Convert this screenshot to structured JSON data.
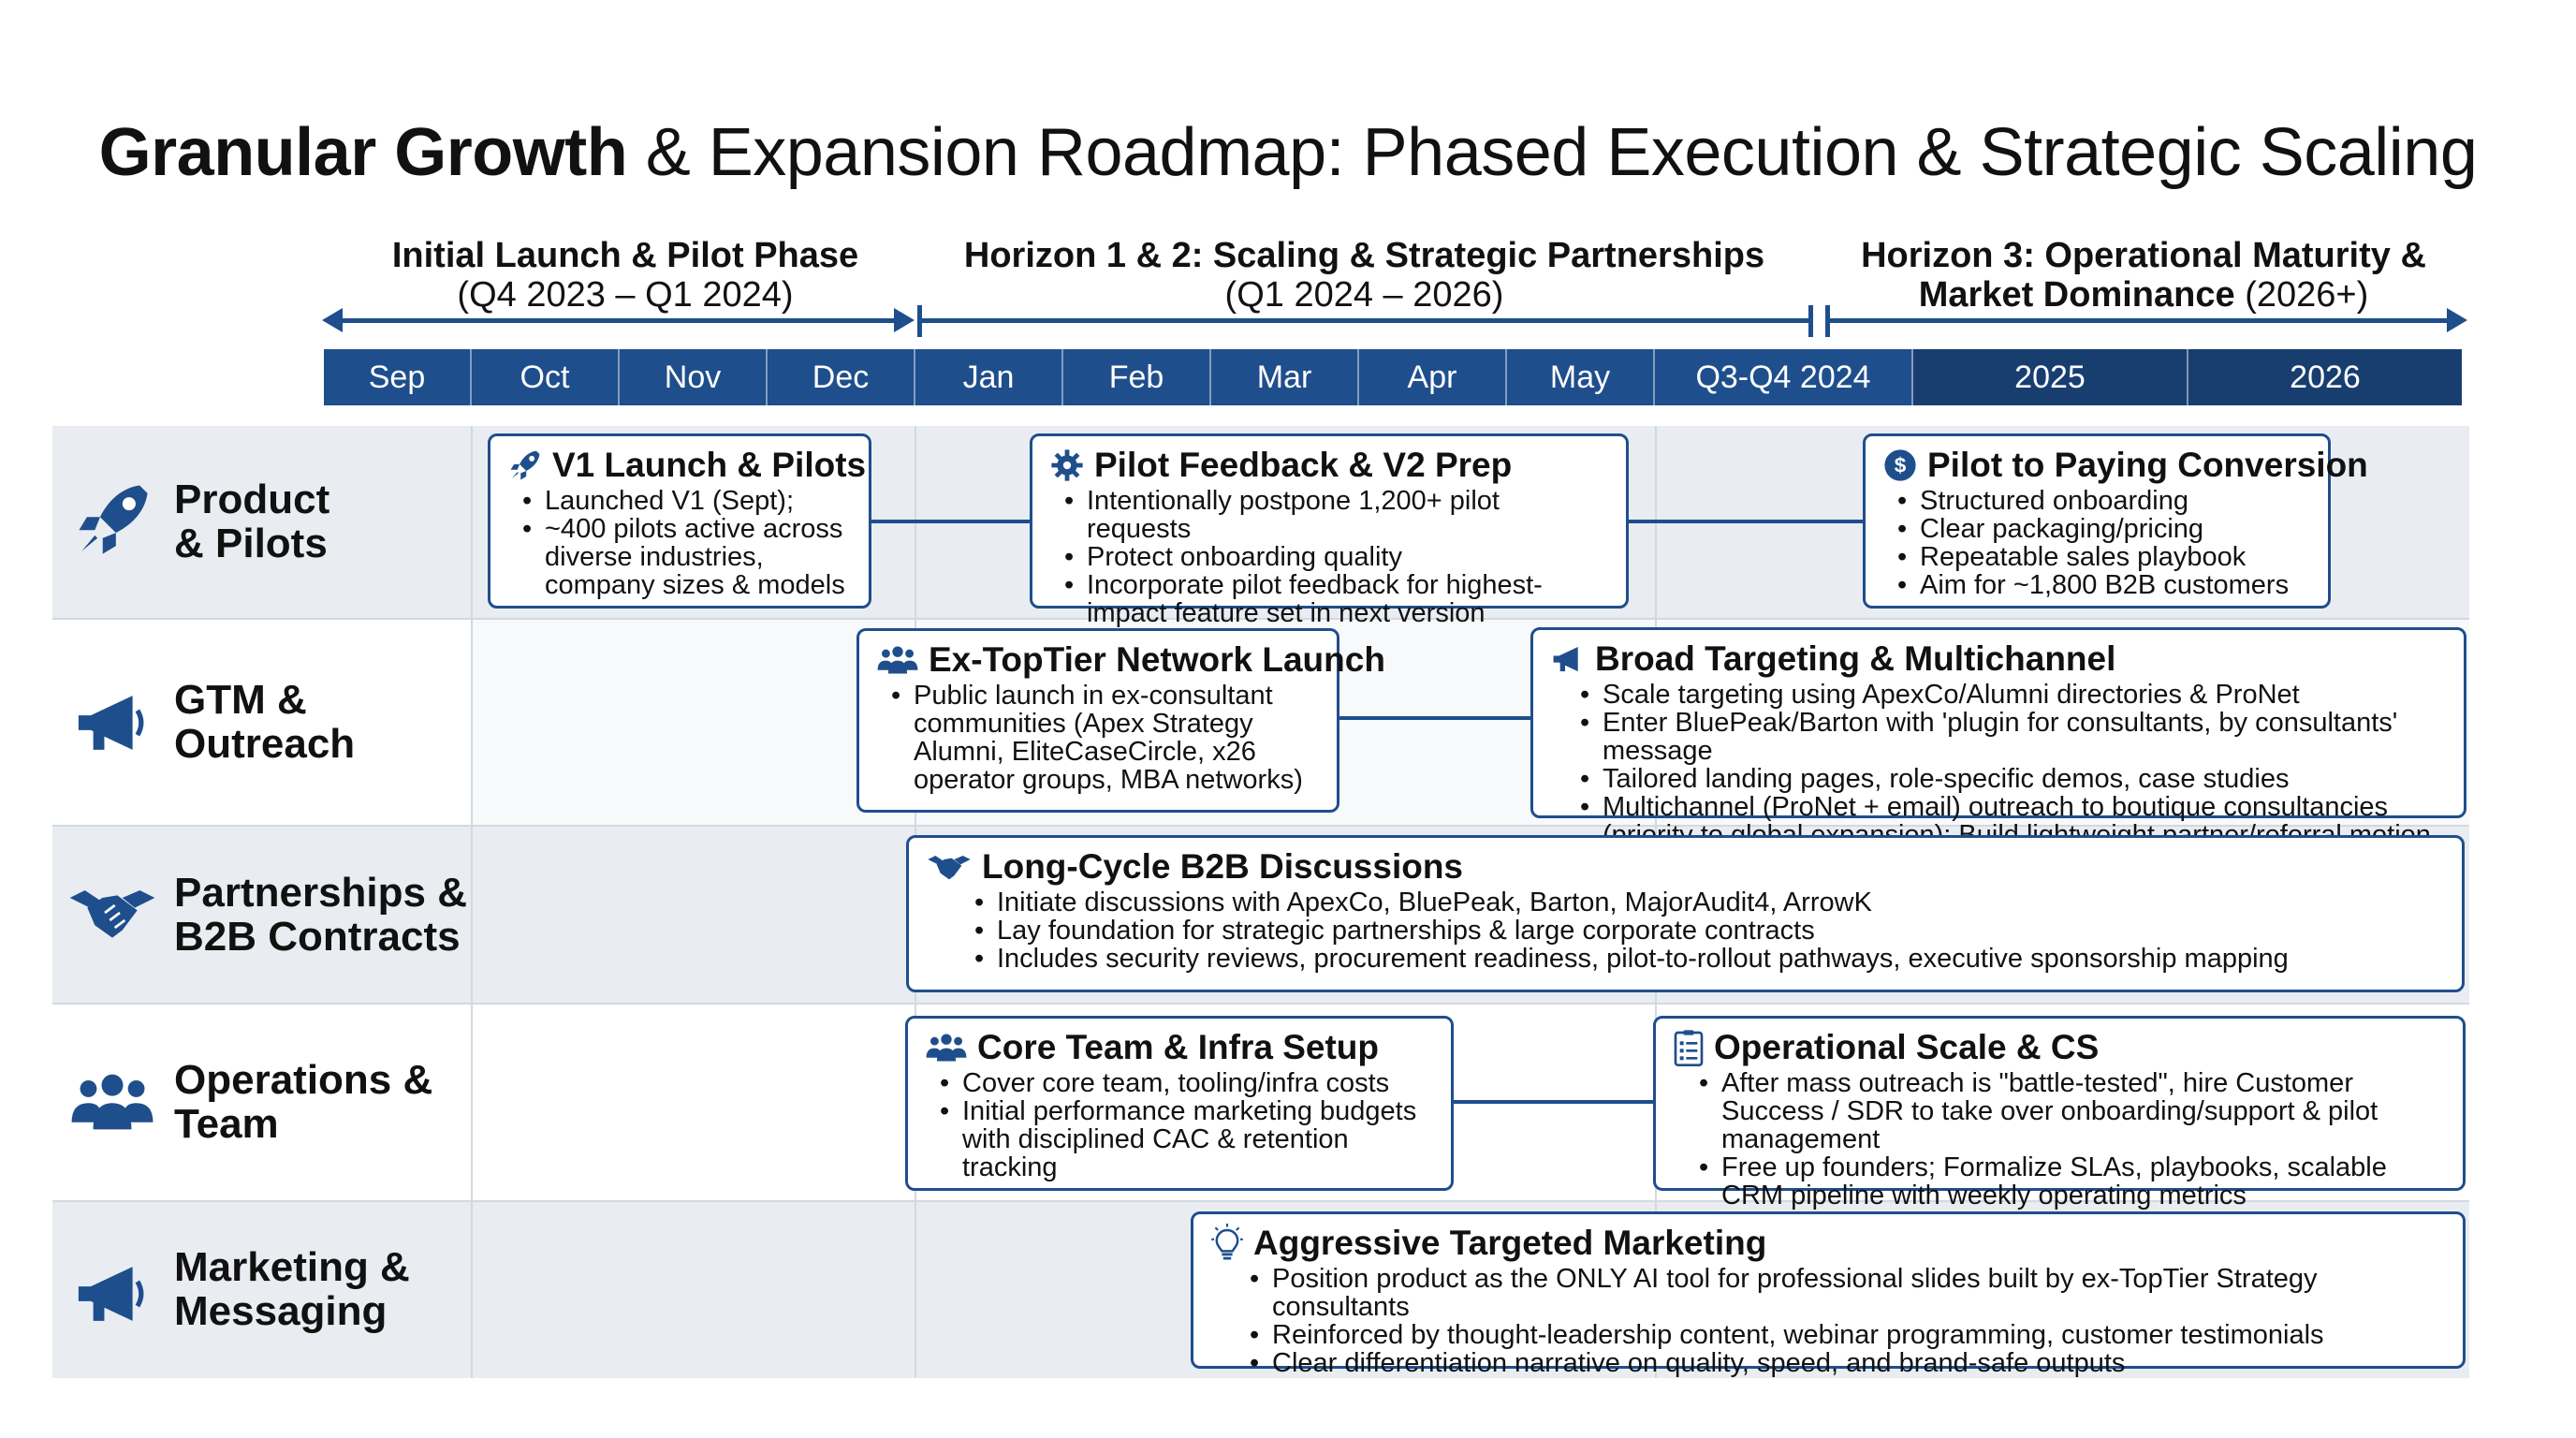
{
  "title": {
    "bold": "Granular Growth",
    "rest": " & Expansion Roadmap: Phased Execution & Strategic Scaling"
  },
  "phases": [
    {
      "name": "Initial Launch & Pilot Phase",
      "range": "(Q4 2023 – Q1 2024)"
    },
    {
      "name": "Horizon 1 & 2: Scaling & Strategic Partnerships",
      "range": "(Q1 2024 – 2026)"
    },
    {
      "name_line1": "Horizon 3: Operational Maturity &",
      "name_line2": "Market Dominance",
      "range": "(2026+)"
    }
  ],
  "timeline": {
    "months": [
      "Sep",
      "Oct",
      "Nov",
      "Dec",
      "Jan",
      "Feb",
      "Mar",
      "Apr",
      "May",
      "Q3-Q4 2024",
      "2025",
      "2026"
    ],
    "colors": {
      "primary": "#1f4e8c",
      "dark": "#183e70",
      "row_shade": "#e9edf2"
    }
  },
  "rows": [
    {
      "label_line1": "Product",
      "label_line2": "& Pilots",
      "icon": "rocket-icon"
    },
    {
      "label_line1": "GTM &",
      "label_line2": "Outreach",
      "icon": "megaphone-icon"
    },
    {
      "label_line1": "Partnerships &",
      "label_line2": "B2B Contracts",
      "icon": "handshake-icon"
    },
    {
      "label_line1": "Operations &",
      "label_line2": "Team",
      "icon": "team-icon"
    },
    {
      "label_line1": "Marketing &",
      "label_line2": "Messaging",
      "icon": "megaphone-icon"
    }
  ],
  "cards": {
    "v1_launch": {
      "title": "V1 Launch & Pilots",
      "icon": "rocket-icon",
      "bullets": [
        "Launched V1 (Sept);",
        "~400 pilots active across diverse industries, company sizes & models"
      ]
    },
    "pilot_feedback": {
      "title": "Pilot Feedback & V2 Prep",
      "icon": "gear-icon",
      "bullets": [
        "Intentionally postpone 1,200+ pilot requests",
        "Protect onboarding quality",
        "Incorporate pilot feedback for highest-impact feature set in next version"
      ]
    },
    "pilot_to_paying": {
      "title": "Pilot to Paying Conversion",
      "icon": "dollar-icon",
      "bullets": [
        "Structured onboarding",
        "Clear packaging/pricing",
        "Repeatable sales playbook",
        "Aim for ~1,800 B2B customers"
      ]
    },
    "network_launch": {
      "title": "Ex-TopTier Network Launch",
      "icon": "people-icon",
      "bullets": [
        "Public launch in ex-consultant communities (Apex Strategy Alumni, EliteCaseCircle, x26 operator groups, MBA networks)"
      ]
    },
    "broad_targeting": {
      "title": "Broad Targeting & Multichannel",
      "icon": "megaphone-icon",
      "bullets": [
        "Scale targeting using ApexCo/Alumni directories & ProNet",
        "Enter BluePeak/Barton with 'plugin for consultants, by consultants' message",
        "Tailored landing pages, role-specific demos, case studies",
        "Multichannel (ProNet + email) outreach to boutique consultancies (priority to global expansion); Build lightweight partner/referral motion"
      ]
    },
    "long_cycle": {
      "title": "Long-Cycle B2B Discussions",
      "icon": "handshake-icon",
      "bullets": [
        "Initiate discussions with ApexCo, BluePeak, Barton, MajorAudit4, ArrowK",
        "Lay foundation for strategic partnerships & large corporate contracts",
        "Includes security reviews, procurement readiness, pilot-to-rollout pathways, executive sponsorship mapping"
      ]
    },
    "core_team": {
      "title": "Core Team & Infra Setup",
      "icon": "people-icon",
      "bullets": [
        "Cover core team, tooling/infra costs",
        "Initial performance marketing budgets with disciplined CAC & retention tracking"
      ]
    },
    "ops_scale": {
      "title": "Operational Scale & CS",
      "icon": "checklist-icon",
      "bullets": [
        "After mass outreach is \"battle-tested\", hire Customer Success / SDR to take over onboarding/support & pilot management",
        "Free up founders; Formalize SLAs, playbooks, scalable CRM pipeline with weekly operating metrics"
      ]
    },
    "aggressive_marketing": {
      "title": "Aggressive Targeted Marketing",
      "icon": "lightbulb-icon",
      "bullets": [
        "Position product as the ONLY AI tool for professional slides built by ex-TopTier Strategy consultants",
        "Reinforced by thought-leadership content, webinar programming, customer testimonials",
        "Clear differentiation narrative on quality, speed, and brand-safe outputs"
      ]
    }
  }
}
